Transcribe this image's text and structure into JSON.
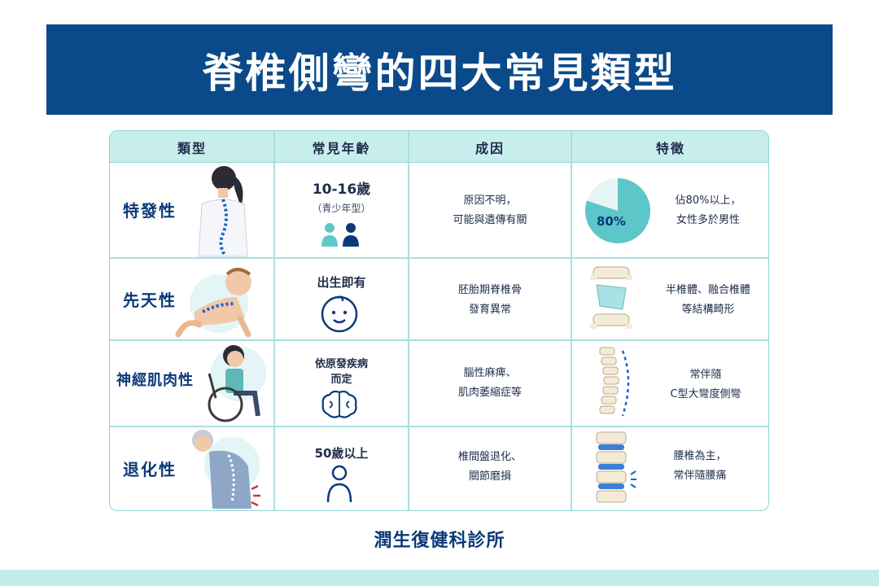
{
  "title": "脊椎側彎的四大常見類型",
  "header": [
    "類型",
    "常見年齡",
    "成因",
    "特徵"
  ],
  "rows": [
    {
      "type": "特發性",
      "age": "10-16歲",
      "age_sub": "（青少年型）",
      "cause": [
        "原因不明，",
        "可能與遺傳有關"
      ],
      "feature": [
        "佔80%以上，",
        "女性多於男性"
      ],
      "pie_label": "80%",
      "pie_value": 0.8
    },
    {
      "type": "先天性",
      "age": "出生即有",
      "cause": [
        "胚胎期脊椎骨",
        "發育異常"
      ],
      "feature": [
        "半椎體、融合椎體",
        "等結構畸形"
      ]
    },
    {
      "type": "神經肌肉性",
      "age": [
        "依原發疾病",
        "而定"
      ],
      "cause": [
        "腦性麻痺、",
        "肌肉萎縮症等"
      ],
      "feature": [
        "常伴隨",
        "C型大彎度側彎"
      ]
    },
    {
      "type": "退化性",
      "age": "50歲以上",
      "cause": [
        "椎間盤退化、",
        "關節磨損"
      ],
      "feature": [
        "腰椎為主，",
        "常伴隨腰痛"
      ]
    }
  ],
  "footer": "潤生復健科診所",
  "colors": {
    "banner": "#0b4a8a",
    "header_bg": "#c7eeed",
    "accent_teal": "#5cc6c9",
    "type_text": "#0b3a7a"
  }
}
